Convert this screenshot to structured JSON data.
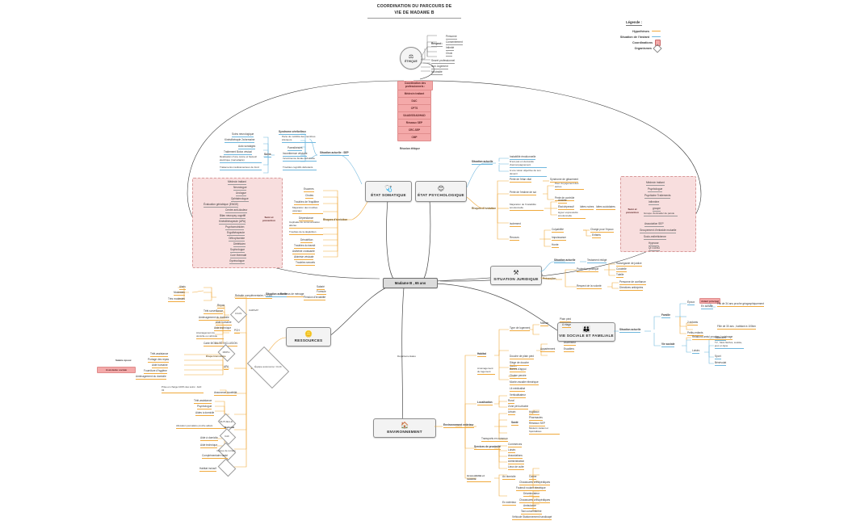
{
  "document": {
    "title_line1": "COORDINATION DU PARCOURS DE",
    "title_line2": "VIE DE MADAME B"
  },
  "legend": {
    "title": "Légende :",
    "items": [
      {
        "label": "Hypothèses",
        "type": "line",
        "color": "#f0a93c"
      },
      {
        "label": "Situation de l'instant",
        "type": "line",
        "color": "#6fb7de"
      },
      {
        "label": "Coordinations",
        "type": "box",
        "color": "#f4a9a9"
      },
      {
        "label": "Organismes",
        "type": "diamond",
        "color": "#8a8a8a"
      }
    ]
  },
  "center": {
    "label": "Madame B , 65 ans"
  },
  "ethique": {
    "label": "ÉTHIQUE",
    "icon": "scales-icon",
    "branches": [
      {
        "label": "Respect :",
        "children": [
          "Personne",
          "Consentement",
          "Intimité",
          "Choix"
        ]
      },
      {
        "label": "Secret professionnel"
      },
      {
        "label": "Non Jugement"
      },
      {
        "label": "Neutralité"
      }
    ]
  },
  "coordination": {
    "title": "Coordination des professionnels :",
    "items": [
      "Médecin traitant",
      "DAC",
      "CPTS",
      "SAAD/SSIAD/HAD",
      "Réseaux SEP",
      "CRC-SEP",
      "CMP",
      "Réunion éthique"
    ]
  },
  "branches": {
    "etat_somatique": {
      "label": "ÉTAT SOMATIQUE",
      "icon": "stethoscope-icon",
      "situation_actuelle": {
        "label": "Situation actuelle : SEP",
        "groups": [
          {
            "label": "Soins",
            "items": [
              "Soins neurologique",
              "Kinésithérapie 2x/semaine",
              "Auto sondages",
              "Traitement Botox vésical",
              "Réalisation d'une canne et fauteuil électrique (mal adapté)",
              "Traitements médicamenteux de fond"
            ]
          },
          {
            "label": "Syndrome cérébelleux",
            "items": [
              "Perte de mobilité des membres inférieurs",
              "Paresthésies",
              "Incontinence vésicale",
              "Incontinence fécale débutante",
              "Troubles cognitifs débutants"
            ]
          }
        ]
      },
      "suivi_prevention": {
        "label": "Suivi et prévention",
        "items": [
          "Médecin traitant",
          "Neurologue",
          "Urologue",
          "Ophtalmologue",
          "Évaluation gériatrique (EMGE)",
          "Centre anti-douleur",
          "Bilan neuropsy cognitif",
          "Kinésithérapeute (APA)",
          "Psychomotricien",
          "Ergothérapeute",
          "Orthophoniste",
          "Diététicien",
          "Sophrologue",
          "Cure thermale",
          "Gynécologue"
        ]
      },
      "risques_evolution": {
        "label": "Risques d'évolution",
        "items": [
          "Escarres",
          "Chutes",
          "Troubles de l'équilibre",
          "Majoration des troubles vésicaux",
          "Dépendance",
          "Céphalée de communication altérée",
          "Troubles de la déglutition",
          "Dénutrition",
          "Troubles du transit",
          "Asthénie croissante",
          "Akinésie vésicale",
          "Troubles sexuels"
        ]
      }
    },
    "etat_psychologique": {
      "label": "ÉTAT PSYCHOLOGIQUE",
      "icon": "sun-face-icon",
      "situation_actuelle": {
        "label": "Situation actuelle",
        "items": [
          "Instabilité émotionnelle",
          "N'est pas en demande d'accompagnement",
          "A une vision objective de son devenir"
        ]
      },
      "risques_evolution": {
        "label": "Risques d'évolution",
        "groups": [
          {
            "label": "Perte de l'élan vital",
            "children": [
              "Syndrome de glissement"
            ]
          },
          {
            "label": "Perte de l'estime de soi",
            "children": [
              "Peur du jugement des autres",
              "Perte de contrôle"
            ]
          },
          {
            "label": "Majoration de l'instabilité émotionnelle",
            "children": [
              "Anxiété",
              "État dépressif",
              "Idées noires",
              "Idées suicidaires",
              "Hyper expressivité émotionnelle"
            ]
          },
          {
            "label": "Isolement",
            "children": []
          },
          {
            "label": "Recours",
            "children": [
              "Culpabilité",
              "Charge pour l'époux",
              "Enfants",
              "Impuissance",
              "Honte"
            ]
          }
        ]
      },
      "suivi_prevention": {
        "label": "Suivi et prévention",
        "items": [
          "Médecin traitant",
          "Psychologue",
          "Psychiatre      Traitements",
          "Infirmière",
          "groupe",
          "Groupe d'entraide/ de parole",
          "Association SEP",
          "Groupement d'entraide mutuelle",
          "Socio-esthéticienne",
          "Hypnose",
          "QI GONG"
        ]
      }
    },
    "situation_juridique": {
      "label": "SITUATION JURIDIQUE",
      "icon": "gavel-icon",
      "situation_actuelle": {
        "label": "Situation actuelle",
        "items": [
          "Testament rédigé"
        ]
      },
      "prevention": {
        "label": "Prévention",
        "groups": [
          {
            "label": "Protection juridique",
            "children": [
              "Sauvegarde de justice",
              "Curatelle",
              "Tutelle"
            ]
          },
          {
            "label": "Respect de la volonté",
            "children": [
              "Personne de confiance",
              "Directives anticipées"
            ]
          }
        ]
      }
    },
    "vie_sociale": {
      "label": "VIE SOCIALE ET FAMILIALE",
      "icon": "family-icon",
      "situation_actuelle": {
        "label": "Situation actuelle",
        "groups": [
          {
            "label": "Famille",
            "children": [
              {
                "label": "Époux",
                "children": [
                  "Aidant principal",
                  "En activité"
                ]
              },
              {
                "label": "2 enfants",
                "children": [
                  "Fils de 34 ans proche géographiquement",
                  "Fille de 30 ans , habitant à 100km"
                ]
              },
              {
                "label": "Petits-enfants",
                "children": []
              }
            ]
          },
          {
            "label": "Vie sociale",
            "children": [
              {
                "label": "Relations amis/ proches / voisinage",
                "children": []
              },
              {
                "label": "Loisirs",
                "children": [
                  "Vacances",
                  "TV , Mots fléchés, sudoku, jeux en ligne",
                  "Sport",
                  "Bénévolat"
                ]
              }
            ]
          }
        ]
      }
    },
    "ressources": {
      "label": "RESSOURCES",
      "icon": "coins-icon",
      "aides_possibles": {
        "label": "Aides possibles",
        "groups": [
          {
            "label": "Retraite complémentaire / CCAS",
            "children": [
              "Salarié",
              "Formule",
              "Pension d'invalidité"
            ],
            "sub": {
              "label": "Revenus de ménage",
              "children": [
                "Aisés",
                "Modestes",
                "Très modestes"
              ]
            }
          },
          {
            "label": "CCAS",
            "children": [
              "Repas",
              "Télé-surveillance",
              "Aménagement du domicile"
            ],
            "org": "CCAS",
            "right": "CARSAT"
          },
          {
            "label": "PCH",
            "children": [
              "Aide humaine",
              "Aide technique",
              "Aménagement du domicile ou véhicule",
              "Carte MOBILITÉ INCLUSION"
            ],
            "org": "MDPH"
          },
          {
            "label": "APA",
            "children": [
              "Télé-assistance",
              "Portage des repas",
              "Aide humaine",
              "Fourniture d'hygiène",
              "Aménagement du domicile"
            ],
            "org": "Équipe autonomie / CLIC",
            "right": "Départementales"
          },
          {
            "label": "CAF",
            "children": [
              "Prise en charge 100% des soins : ALD 32"
            ],
            "left": "Salaire époux",
            "right": "CPAM"
          },
          {
            "label": "Assurance invalidité",
            "children": []
          },
          {
            "label": "Aides à domicile",
            "children": [
              "Télé-assistance",
              "Psychologue"
            ],
            "right": "MUTUELLE"
          },
          {
            "label": "Allocation journalière proche aidant",
            "children": [],
            "right": "CAF"
          },
          {
            "label": "Aide à domicile",
            "children": [
              "Aide technique"
            ],
            "left": "CESU",
            "right": "Caisse de retraite"
          },
          {
            "label": "Complémentaire santé",
            "children": []
          },
          {
            "label": "Habitat inclusif",
            "children": []
          }
        ],
        "national_label": "National",
        "aides_sociales_chip": "Assistante sociale",
        "situation_actuelle_label": "Situation actuelle",
        "etape_label": "Étape transitoire"
      }
    },
    "environnement": {
      "label": "ENVIRONNEMENT",
      "icon": "house-icon",
      "exterieur_label": "Environnement extérieur",
      "habitat": {
        "label": "Habitat",
        "groups": [
          {
            "label": "Type de logement",
            "children": [
              {
                "label": "Maison",
                "children": [
                  "Plain pied",
                  "À étage"
                ]
              },
              {
                "label": "Appartement",
                "children": [
                  "Ascenseur",
                  "Escaliers"
                ]
              },
              {
                "label": "Jardin",
                "children": []
              }
            ]
          },
          {
            "label": "Aménagement du logement",
            "children": [
              {
                "label": "Douche de plain pied",
                "children": []
              },
              {
                "label": "Siège de douche",
                "children": []
              },
              {
                "label": "Barres d'appui",
                "children": []
              },
              {
                "label": "Chaise percée",
                "children": []
              },
              {
                "label": "Monte-escalier électrique",
                "children": []
              },
              {
                "label": "Lit médicalisé",
                "children": []
              },
              {
                "label": "Verticalisateur",
                "children": []
              }
            ]
          }
        ]
      },
      "localisation": {
        "label": "Localisation",
        "items": [
          "Rural",
          "Zone péri-urbaine",
          "Urbain"
        ]
      },
      "services": {
        "label": "Services de proximité",
        "items": [
          "Commerces",
          "Loisirs",
          "Associations",
          "Administration",
          "Lieux de culte"
        ]
      },
      "sante": {
        "label": "Santé",
        "items": [
          "Hôpitaux",
          "Pharmacies",
          "Réseaux SEP",
          "Médecin traitant et Spécialistes"
        ]
      },
      "transports": {
        "label": "Transports en commun"
      },
      "accessibilite": {
        "label": "Accessibilité et mobilité",
        "groups": [
          {
            "label": "Au domicile",
            "children": [
              "Canne",
              "Chaussures orthopédiques",
              "Fauteuil roulant électrique",
              "Déambulateur"
            ]
          },
          {
            "label": "En extérieur",
            "children": [
              "Chaussures orthopédiques",
              "Ambulance",
              "Taxi conventionné",
              "Véhicule     Stationnement handicapé"
            ]
          }
        ]
      }
    }
  }
}
